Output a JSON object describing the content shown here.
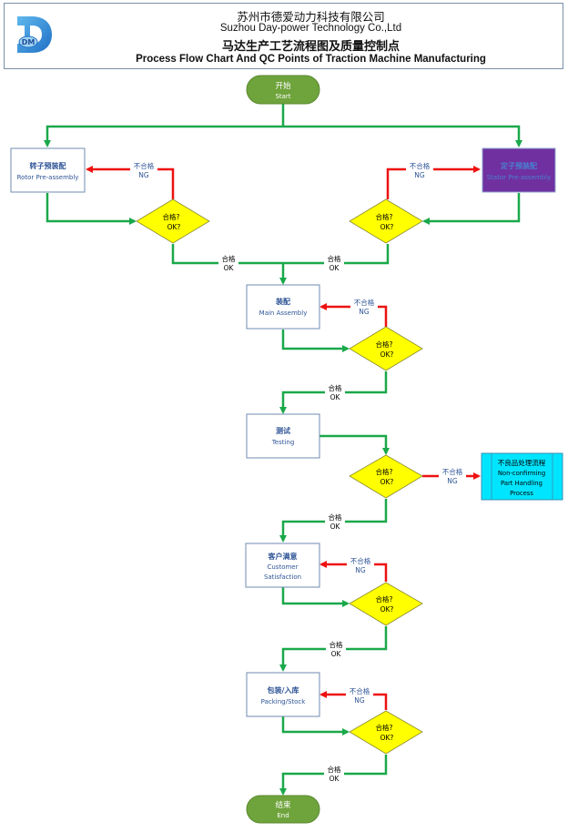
{
  "header": {
    "company_cn": "苏州市德爱动力科技有限公司",
    "company_en": "Suzhou Day-power Technology Co.,Ltd",
    "title_cn": "马达生产工艺流程图及质量控制点",
    "title_en": "Process Flow Chart And QC Points of Traction Machine Manufacturing",
    "logo_text": "DM"
  },
  "colors": {
    "flow_ok": "#1aa84a",
    "flow_ng": "#ee1111",
    "terminal_fill": "#6fa33c",
    "process_border": "#6f8bb0",
    "process_text": "#2f5597",
    "decision_fill": "#ffff00",
    "stator_fill": "#7030a0",
    "ncp_fill": "#00e5ff"
  },
  "nodes": {
    "start": {
      "cn": "开始",
      "en": "Start"
    },
    "end": {
      "cn": "结束",
      "en": "End"
    },
    "rotor": {
      "cn": "转子预装配",
      "en": "Rotor Pre-assembly"
    },
    "stator": {
      "cn": "定子预装配",
      "en": "Stator Pre-assembly"
    },
    "main": {
      "cn": "装配",
      "en": "Main Assembly"
    },
    "testing": {
      "cn": "测试",
      "en": "Testing"
    },
    "customer": {
      "cn": "客户满意",
      "en1": "Customer",
      "en2": "Satisfaction"
    },
    "packing": {
      "cn": "包装/入库",
      "en": "Packing/Stock"
    },
    "ncp": {
      "cn": "不良品处理流程",
      "en1": "Non-confirming",
      "en2": "Part Handling",
      "en3": "Process"
    }
  },
  "decision": {
    "cn": "合格?",
    "en": "OK?"
  },
  "labels": {
    "ok_cn": "合格",
    "ok_en": "OK",
    "ng_cn": "不合格",
    "ng_en": "NG"
  }
}
